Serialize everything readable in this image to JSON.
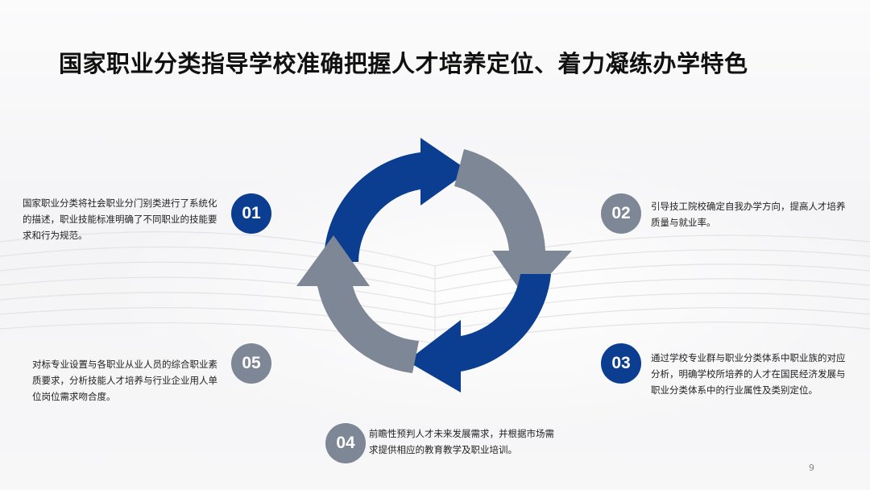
{
  "title": "国家职业分类指导学校准确把握人才培养定位、着力凝练办学特色",
  "colors": {
    "blue": "#0b3d91",
    "gray": "#7d8796"
  },
  "items": [
    {
      "number": "01",
      "text": "国家职业分类将社会职业分门别类进行了系统化的描述，职业技能标准明确了不同职业的技能要求和行为规范。"
    },
    {
      "number": "02",
      "text": "引导技工院校确定自我办学方向，提高人才培养质量与就业率。"
    },
    {
      "number": "03",
      "text": "通过学校专业群与职业分类体系中职业族的对应分析，明确学校所培养的人才在国民经济发展与职业分类体系中的行业属性及类别定位。"
    },
    {
      "number": "04",
      "text": "前瞻性预判人才未来发展需求，并根据市场需求提供相应的教育教学及职业培训。"
    },
    {
      "number": "05",
      "text": "对标专业设置与各职业从业人员的综合职业素质要求，分析技能人才培养与行业企业用人单位岗位需求吻合度。"
    }
  ],
  "page_number": "9"
}
